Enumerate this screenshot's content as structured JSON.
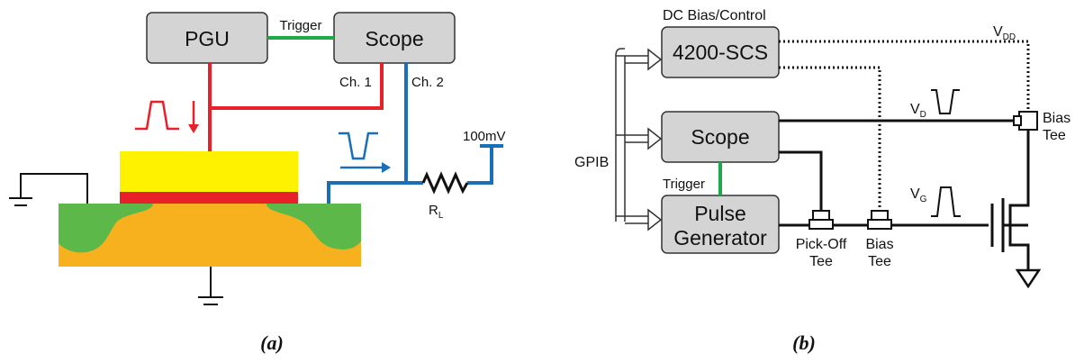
{
  "diagram_a": {
    "pgu_label": "PGU",
    "scope_label": "Scope",
    "trigger_label": "Trigger",
    "ch1_label": "Ch. 1",
    "ch2_label": "Ch. 2",
    "voltage_label": "100mV",
    "resistor_label": "R",
    "resistor_sub": "L",
    "caption": "(a)"
  },
  "diagram_b": {
    "dc_bias_label": "DC Bias/Control",
    "scs_label": "4200-SCS",
    "scope_label": "Scope",
    "pulse_label_1": "Pulse",
    "pulse_label_2": "Generator",
    "trigger_label": "Trigger",
    "gpib_label": "GPIB",
    "vdd_label": "V",
    "vdd_sub": "DD",
    "vd_label": "V",
    "vd_sub": "D",
    "vg_label": "V",
    "vg_sub": "G",
    "bias_tee_right_1": "Bias",
    "bias_tee_right_2": "Tee",
    "pickoff_1": "Pick-Off",
    "pickoff_2": "Tee",
    "bias_tee_bottom_1": "Bias",
    "bias_tee_bottom_2": "Tee",
    "caption": "(b)"
  },
  "colors": {
    "red": "#e8202a",
    "blue": "#1a6fb8",
    "green": "#1faa4a",
    "yellow": "#fff200",
    "orange": "#f7b11e",
    "gate_green": "#5cb848",
    "box_fill": "#d4d4d4"
  }
}
